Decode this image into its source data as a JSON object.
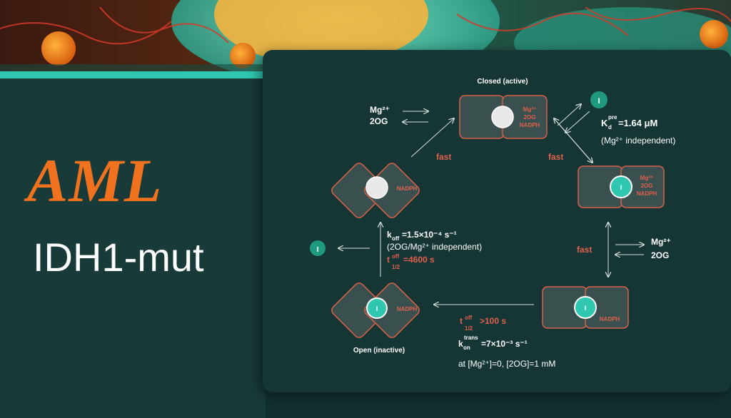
{
  "title": "AML",
  "subtitle": "IDH1-mut",
  "colors": {
    "accent": "#f0721e",
    "teal": "#2fc7b0",
    "red_text": "#e0614d",
    "box_fill": "#39504e",
    "box_stroke": "#d8604a"
  },
  "diagram": {
    "closed_label": "Closed (active)",
    "open_label": "Open (inactive)",
    "nadph": "NADPH",
    "mg": "Mg²⁺",
    "og": "2OG",
    "inhibitor": "I",
    "fast": "fast",
    "kd_label": "K",
    "kd_sub": "d",
    "kd_sup": "pre",
    "kd_value": "=1.64 μM",
    "mg_independent": "(Mg²⁺ independent)",
    "koff_k": "k",
    "koff_sub": "off",
    "koff_value": "=1.5×10⁻⁴ s⁻¹",
    "koff_note": "(2OG/Mg²⁺ independent)",
    "t_left": "t",
    "t_sup": "off",
    "t_sub": "1/2",
    "t_left_value": "=4600 s",
    "t_right_value": ">100 s",
    "kon_k": "k",
    "kon_sup": "trans",
    "kon_sub": "on",
    "kon_value": "=7×10⁻³ s⁻¹",
    "conditions": "at [Mg²⁺]=0, [2OG]=1 mM"
  }
}
